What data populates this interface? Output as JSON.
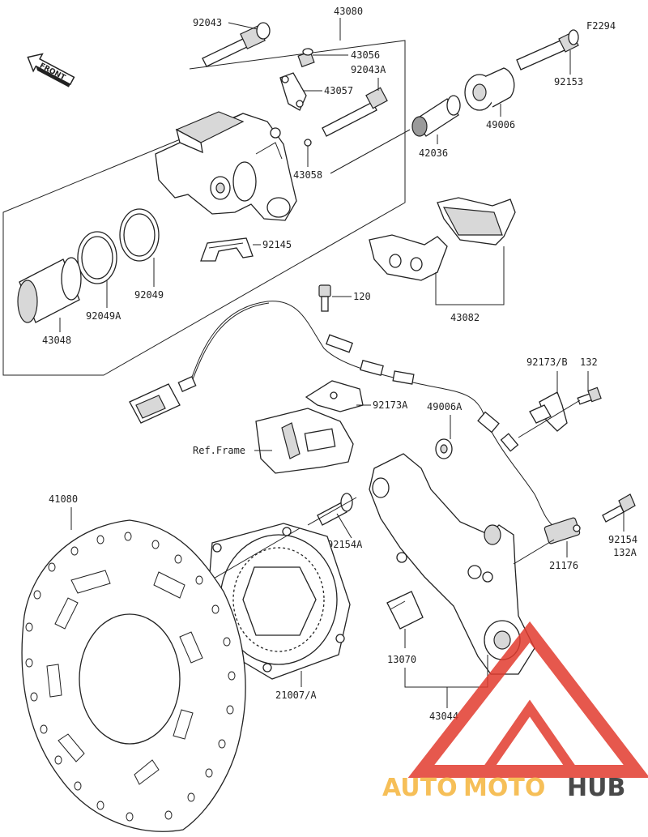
{
  "diagram_code": "F2294",
  "front_label": "FRONT",
  "ref_frame_label": "Ref.Frame",
  "watermark": {
    "text_auto": "AUTO",
    "text_moto": "MOTO",
    "text_hub": "HUB",
    "colors": {
      "triangle": "#e23b2e",
      "auto": "#f5b53c",
      "moto": "#f5b53c",
      "hub": "#2a2a2a"
    }
  },
  "part_numbers": {
    "p92043": "92043",
    "p43080": "43080",
    "p43056": "43056",
    "p92043A": "92043A",
    "p43057": "43057",
    "p92153": "92153",
    "p49006": "49006",
    "p42036": "42036",
    "p43058": "43058",
    "p92145": "92145",
    "p92049": "92049",
    "p92049A": "92049A",
    "p43048": "43048",
    "p43082": "43082",
    "p120": "120",
    "p92173B": "92173/B",
    "p132": "132",
    "p92173A": "92173A",
    "p49006A": "49006A",
    "p41080": "41080",
    "p92154A": "92154A",
    "p92154": "92154",
    "p132A": "132A",
    "p21176": "21176",
    "p21007A": "21007/A",
    "p13070": "13070",
    "p43044": "43044"
  }
}
